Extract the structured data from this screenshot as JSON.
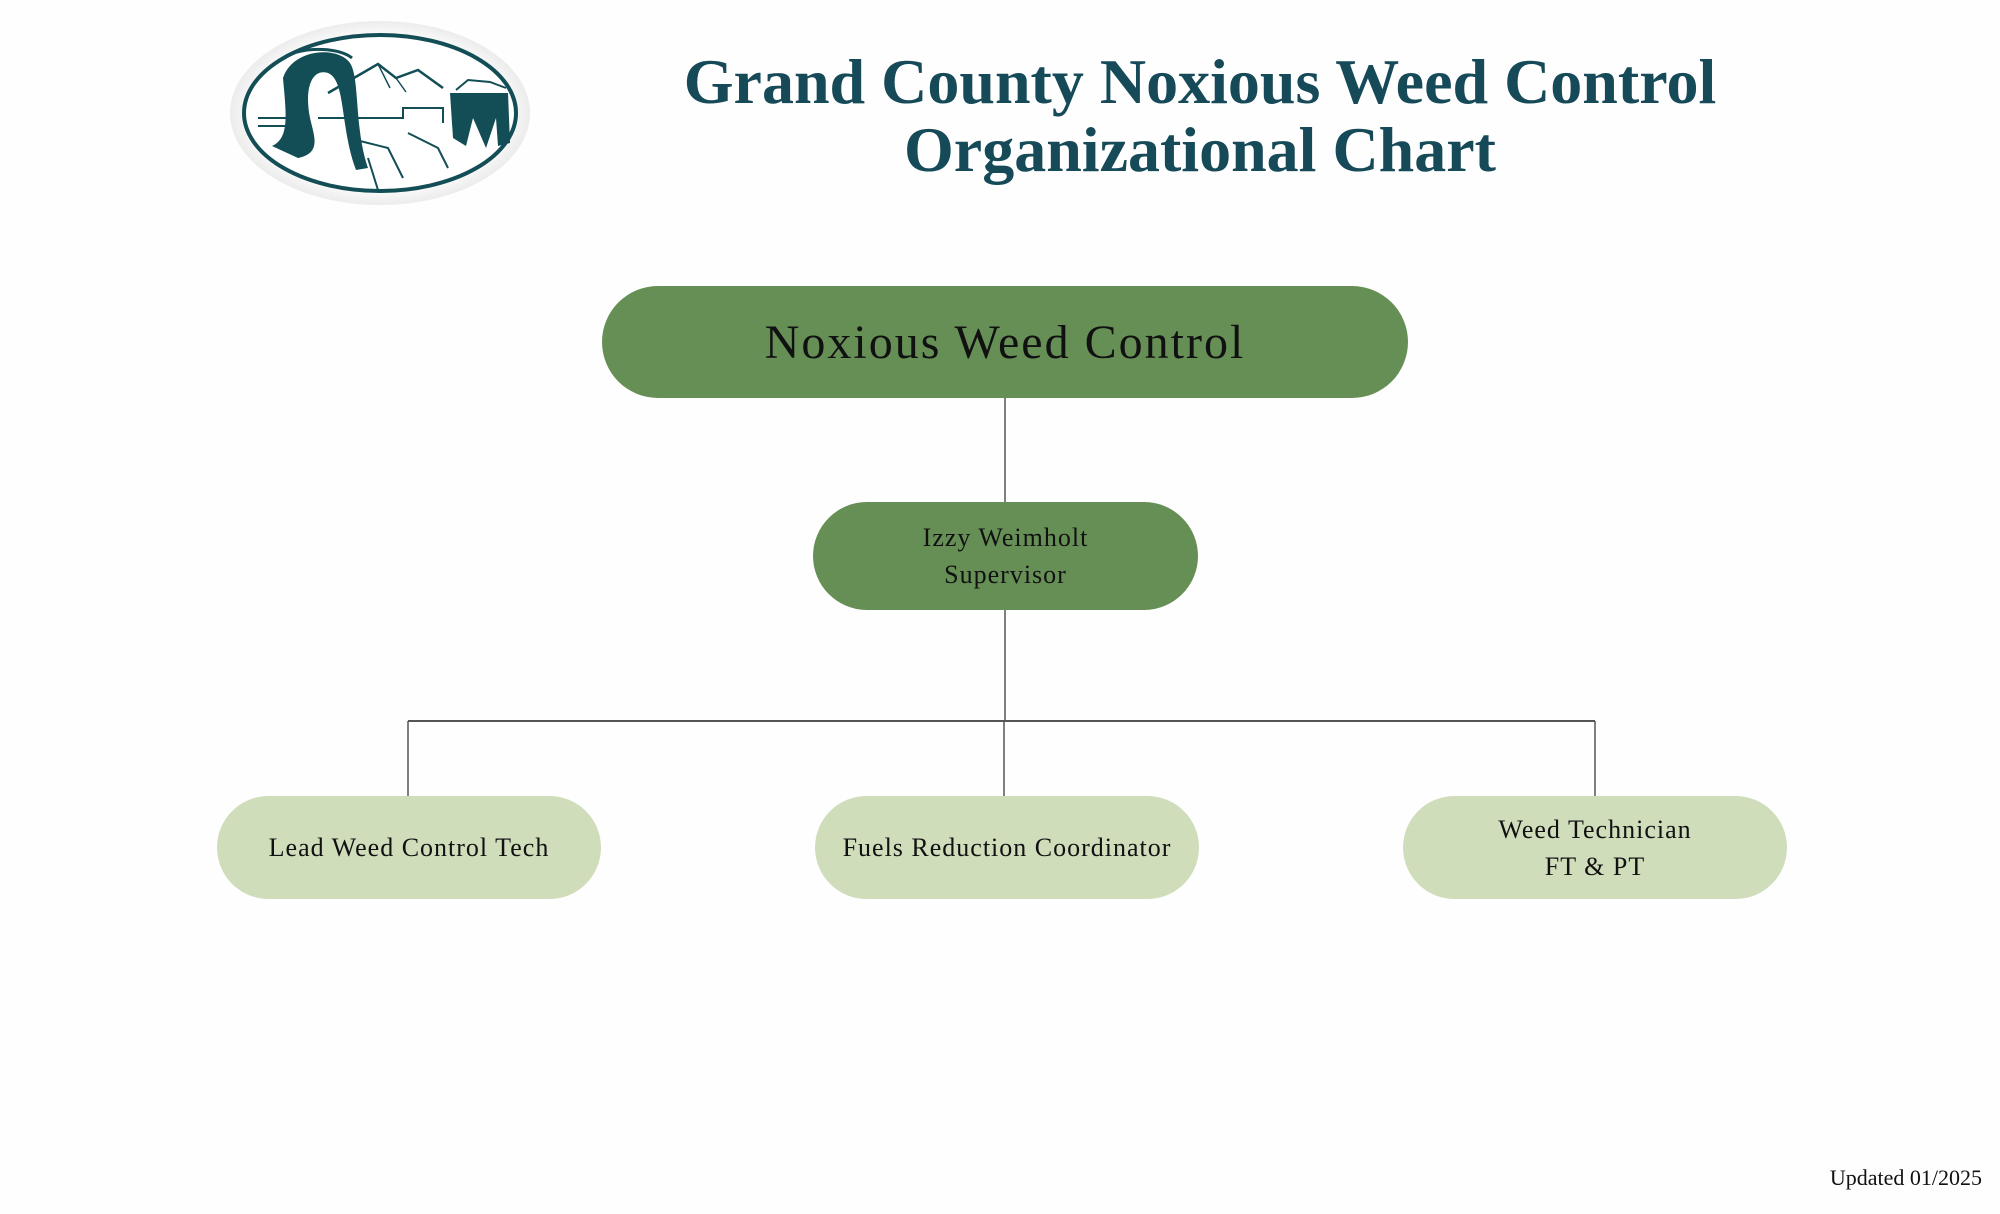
{
  "header": {
    "logo_icon": "county-seal-arch-landscape-icon",
    "title_line1": "Grand County Noxious Weed Control",
    "title_line2": "Organizational Chart"
  },
  "colors": {
    "title": "#164a58",
    "level1_fill": "#668f56",
    "level2_fill": "#668f56",
    "level3_fill": "#cfddbb",
    "connector": "#555555"
  },
  "org": {
    "root": {
      "label": "Noxious Weed Control"
    },
    "supervisor": {
      "name": "Izzy Weimholt",
      "title": "Supervisor"
    },
    "reports": [
      {
        "line1": "Lead Weed Control Tech",
        "line2": ""
      },
      {
        "line1": "Fuels Reduction Coordinator",
        "line2": ""
      },
      {
        "line1": "Weed Technician",
        "line2": "FT & PT"
      }
    ]
  },
  "footer": {
    "updated": "Updated 01/2025"
  }
}
